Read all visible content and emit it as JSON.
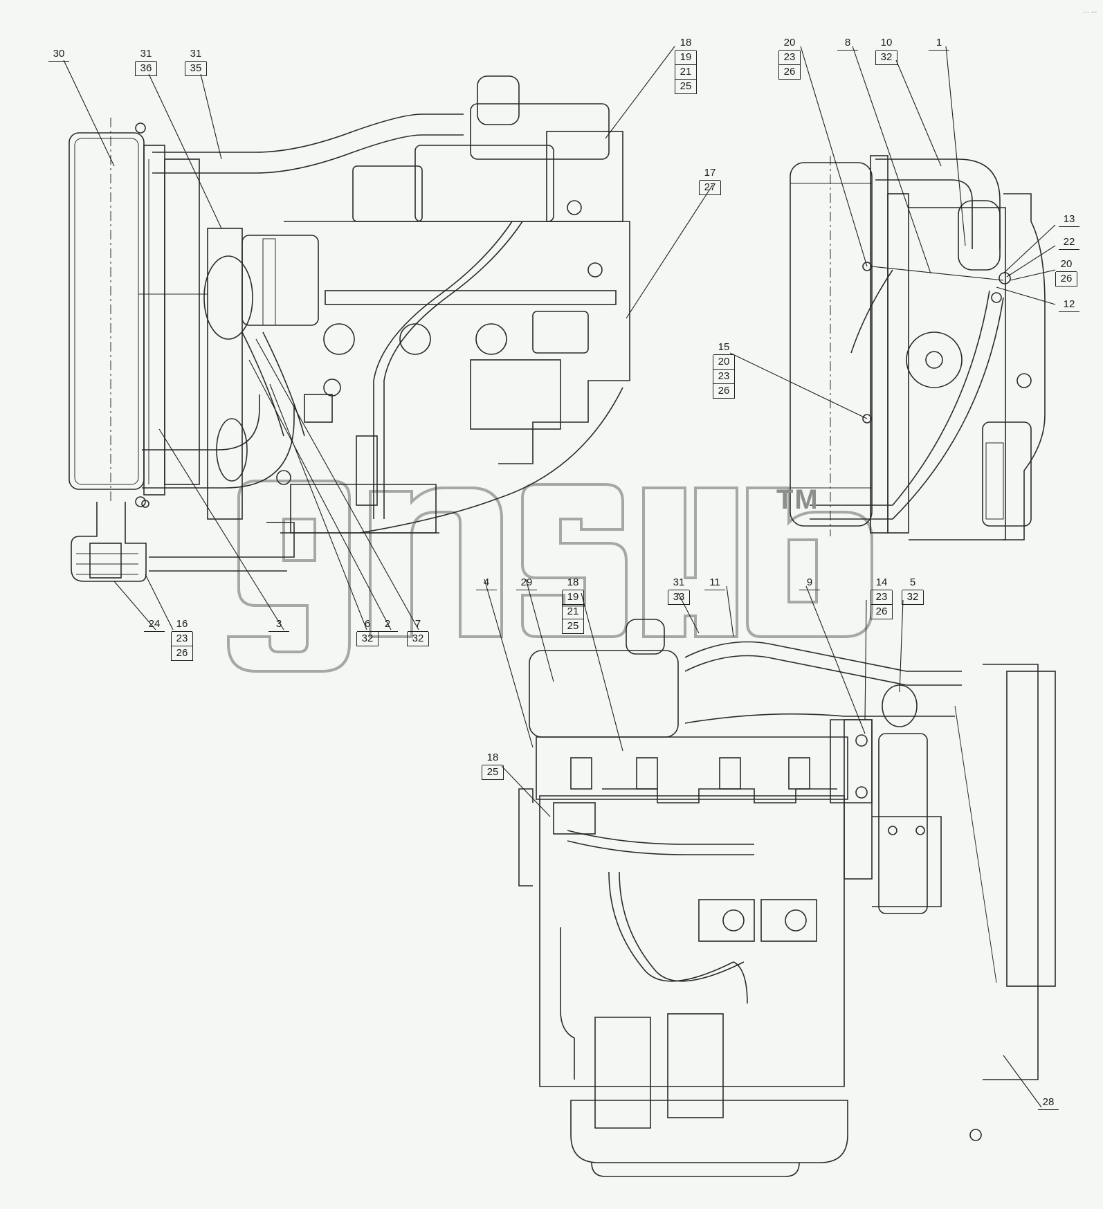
{
  "watermark": {
    "tm": "TM"
  },
  "corner_mark": "… …",
  "callouts": [
    {
      "id": "c30",
      "lines": [
        "30"
      ]
    },
    {
      "id": "c31-36",
      "lines": [
        "31",
        "36"
      ]
    },
    {
      "id": "c31-35",
      "lines": [
        "31",
        "35"
      ]
    },
    {
      "id": "c18-19-21-25-a",
      "lines": [
        "18",
        "19",
        "21",
        "25"
      ]
    },
    {
      "id": "c17-27",
      "lines": [
        "17",
        "27"
      ]
    },
    {
      "id": "c24",
      "lines": [
        "24"
      ]
    },
    {
      "id": "c16-23-26",
      "lines": [
        "16",
        "23",
        "26"
      ]
    },
    {
      "id": "c3",
      "lines": [
        "3"
      ]
    },
    {
      "id": "c6-32",
      "lines": [
        "6",
        "32"
      ]
    },
    {
      "id": "c2",
      "lines": [
        "2"
      ]
    },
    {
      "id": "c7-32",
      "lines": [
        "7",
        "32"
      ]
    },
    {
      "id": "c20-23-26",
      "lines": [
        "20",
        "23",
        "26"
      ]
    },
    {
      "id": "c8",
      "lines": [
        "8"
      ]
    },
    {
      "id": "c10-32",
      "lines": [
        "10",
        "32"
      ]
    },
    {
      "id": "c1",
      "lines": [
        "1"
      ]
    },
    {
      "id": "c13",
      "lines": [
        "13"
      ]
    },
    {
      "id": "c22",
      "lines": [
        "22"
      ]
    },
    {
      "id": "c20-26",
      "lines": [
        "20",
        "26"
      ]
    },
    {
      "id": "c12",
      "lines": [
        "12"
      ]
    },
    {
      "id": "c15-20-23-26",
      "lines": [
        "15",
        "20",
        "23",
        "26"
      ]
    },
    {
      "id": "c4",
      "lines": [
        "4"
      ]
    },
    {
      "id": "c29",
      "lines": [
        "29"
      ]
    },
    {
      "id": "c18-19-21-25-b",
      "lines": [
        "18",
        "19",
        "21",
        "25"
      ]
    },
    {
      "id": "c31-33",
      "lines": [
        "31",
        "33"
      ]
    },
    {
      "id": "c11",
      "lines": [
        "11"
      ]
    },
    {
      "id": "c9",
      "lines": [
        "9"
      ]
    },
    {
      "id": "c14-23-26",
      "lines": [
        "14",
        "23",
        "26"
      ]
    },
    {
      "id": "c5-32",
      "lines": [
        "5",
        "32"
      ]
    },
    {
      "id": "c18-25",
      "lines": [
        "18",
        "25"
      ]
    },
    {
      "id": "c28",
      "lines": [
        "28"
      ]
    }
  ]
}
